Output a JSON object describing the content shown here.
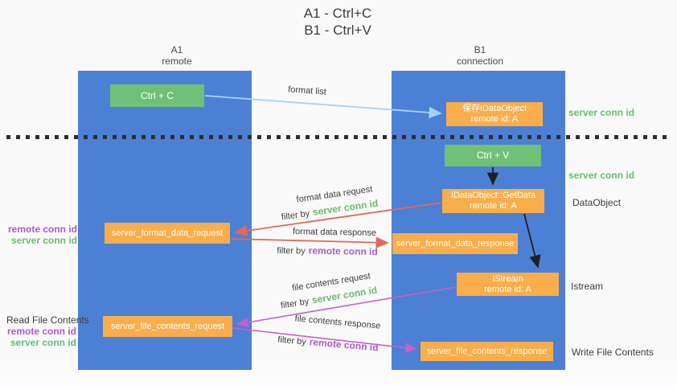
{
  "title": {
    "line1": "A1 - Ctrl+C",
    "line2": "B1 - Ctrl+V"
  },
  "columns": {
    "a1": {
      "title": "A1",
      "subtitle": "remote"
    },
    "b1": {
      "title": "B1",
      "subtitle": "connection"
    }
  },
  "boxes": {
    "ctrl_c": {
      "label": "Ctrl + C"
    },
    "ctrl_v": {
      "label": "Ctrl + V"
    },
    "save_idataobject": {
      "line1": "保存IDataObject",
      "line2": "remote id: A"
    },
    "getdata": {
      "line1": "IDataObject::GetData",
      "line2": "remote id: A"
    },
    "istream": {
      "line1": "IStream",
      "line2": "remote id: A"
    },
    "server_format_data_request": {
      "label": "server_format_data_request"
    },
    "server_format_data_response": {
      "label": "server_format_data_response"
    },
    "server_file_contents_request": {
      "label": "server_file_contents_request"
    },
    "server_file_contents_response": {
      "label": "server_file_contents_response"
    }
  },
  "arrow_labels": {
    "format_list": "format list",
    "format_data_request": "format data request",
    "format_data_response": "format data response",
    "file_contents_request": "file contents request",
    "file_contents_response": "file contents response",
    "filter_by": "filter by",
    "server_conn_id": "server conn id",
    "remote_conn_id": "remote conn id"
  },
  "annotations": {
    "right_server_conn_id_1": "server conn id",
    "right_server_conn_id_2": "server conn id",
    "dataobject": "DataObject",
    "istream": "Istream",
    "write_file_contents": "Write File Contents",
    "read_file_contents": "Read File Contents",
    "left_remote_conn_id_1": "remote conn id",
    "left_server_conn_id_1": "server conn id",
    "left_remote_conn_id_2": "remote conn id",
    "left_server_conn_id_2": "server conn id"
  },
  "colors": {
    "lifeline_blue": "#4c80d4",
    "box_green": "#72bf77",
    "box_orange": "#f9ae4b",
    "green_id_text": "#67bd6b",
    "purple_id_text": "#a95cc8",
    "red_arrow": "#e5665f",
    "magenta_arrow": "#c95fc5",
    "light_blue_arrow": "#a7d3f3",
    "black_arrow": "#1f1f1f"
  }
}
